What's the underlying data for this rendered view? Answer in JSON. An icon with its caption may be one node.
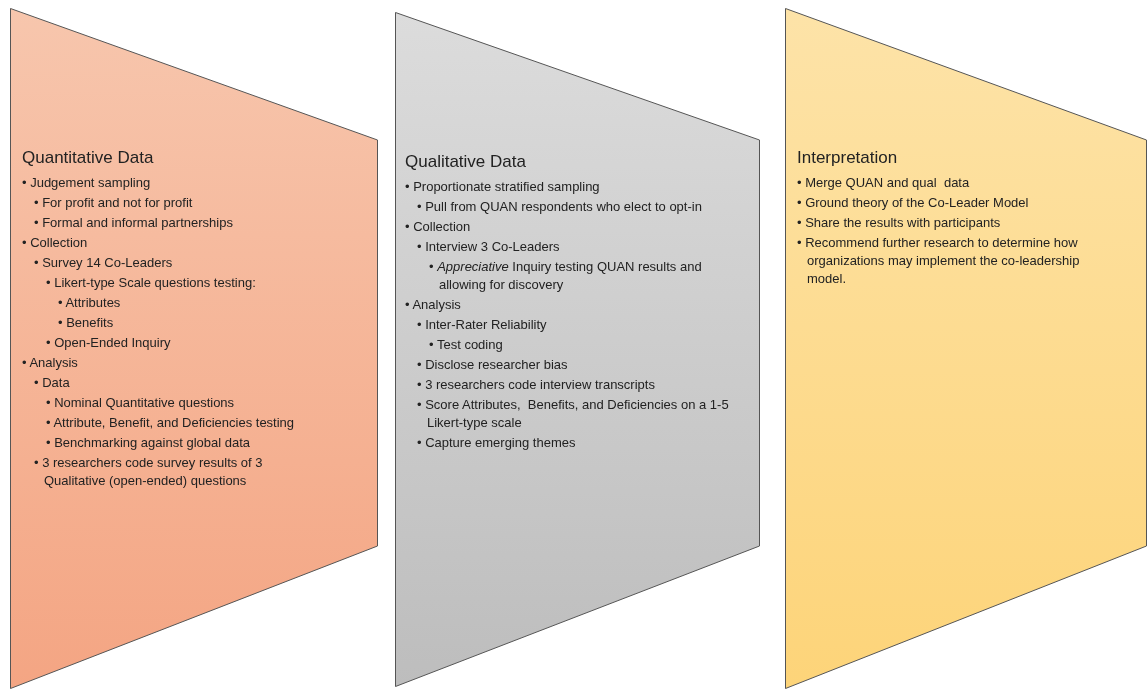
{
  "diagram": {
    "nodes": [
      {
        "text": [
          "Quantitative Data",
          "• Judgement sampling",
          "• For profit and not for profit",
          "• Formal and informal partnerships",
          "• Collection",
          "• Survey 14 Co-Leaders",
          "• Likert-type Scale questions testing:",
          "• Attributes",
          "• Benefits",
          "• Open-Ended Inquiry",
          "• Analysis",
          "• Data",
          "• Nominal Quantitative questions",
          "• Attribute, Benefit, and Deficiencies testing",
          "• Benchmarking against global data",
          "• 3 researchers code survey results of 3 Qualitative (open-ended) questions"
        ]
      },
      {
        "text": [
          "Qualitative Data",
          "• Proportionate stratified sampling",
          "• Pull from QUAN respondents who elect to opt-in",
          "• Collection",
          "• Interview 3 Co-Leaders",
          "• *Appreciative* Inquiry testing QUAN results and allowing for discovery",
          "• Analysis",
          "• Inter-Rater Reliability",
          "• Test coding",
          "• Disclose researcher bias",
          "• 3 researchers code interview transcripts",
          "• Score Attributes,  Benefits, and Deficiencies on a 1-5 Likert-type scale",
          "• Capture emerging themes"
        ]
      },
      {
        "text": [
          "Interpretation",
          "• Merge QUAN and qual  data",
          "• Ground theory of the Co-Leader Model",
          "• Share the results with participants",
          "• Recommend further research to determine how organizations may implement the co-leadership model."
        ]
      }
    ]
  }
}
